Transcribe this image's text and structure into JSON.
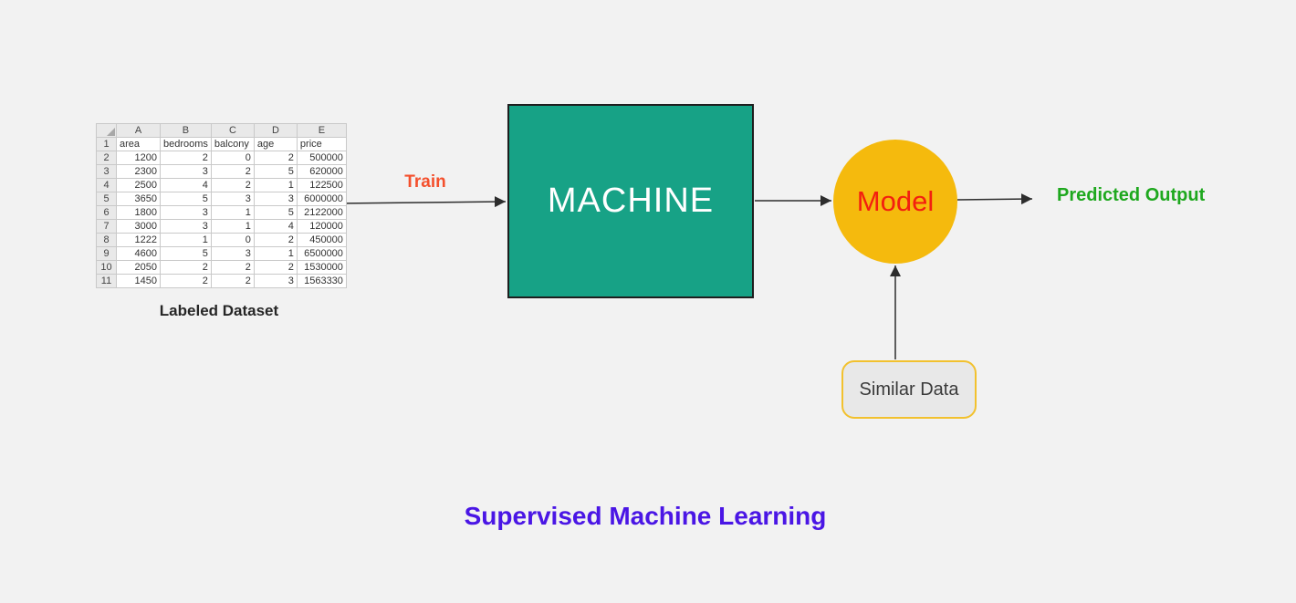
{
  "background": "#f2f2f2",
  "spreadsheet": {
    "caption": "Labeled Dataset",
    "column_letters": [
      "A",
      "B",
      "C",
      "D",
      "E"
    ],
    "header_row": [
      "area",
      "bedrooms",
      "balcony",
      "age",
      "price"
    ],
    "data_rows": [
      [
        "1200",
        "2",
        "0",
        "2",
        "500000"
      ],
      [
        "2300",
        "3",
        "2",
        "5",
        "620000"
      ],
      [
        "2500",
        "4",
        "2",
        "1",
        "122500"
      ],
      [
        "3650",
        "5",
        "3",
        "3",
        "6000000"
      ],
      [
        "1800",
        "3",
        "1",
        "5",
        "2122000"
      ],
      [
        "3000",
        "3",
        "1",
        "4",
        "120000"
      ],
      [
        "1222",
        "1",
        "0",
        "2",
        "450000"
      ],
      [
        "4600",
        "5",
        "3",
        "1",
        "6500000"
      ],
      [
        "2050",
        "2",
        "2",
        "2",
        "1530000"
      ],
      [
        "1450",
        "2",
        "2",
        "3",
        "1563330"
      ]
    ]
  },
  "flow": {
    "train_label": "Train",
    "train_color": "#f4502d",
    "machine_label": "MACHINE",
    "machine_fill": "#17a286",
    "model_label": "Model",
    "model_fill": "#f5ba0d",
    "model_text_color": "#f3200f",
    "predicted_label": "Predicted Output",
    "predicted_color": "#1ea81e",
    "similar_label": "Similar Data",
    "similar_border": "#f2c12e",
    "arrow_color": "#2d2d2d"
  },
  "title": {
    "text": "Supervised Machine Learning",
    "color": "#4a16e5"
  }
}
